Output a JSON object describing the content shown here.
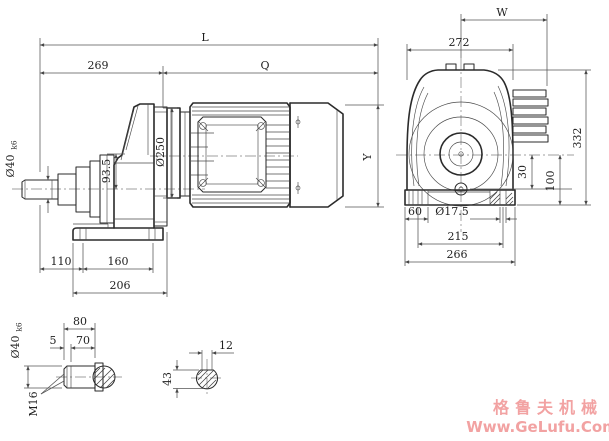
{
  "colors": {
    "ink": "#2b2b2b",
    "dimension": "#555555",
    "watermark": "#f2a2a2"
  },
  "watermark": {
    "line1": "格鲁夫机械",
    "line2": "Www.GeLufu.Com",
    "color": "#f2a2a2"
  },
  "dims": {
    "side": {
      "L": "L",
      "a269": "269",
      "Q": "Q",
      "shaft_dia": "Ø40",
      "shaft_tol": "k6",
      "h93": "93.5",
      "flange_dia": "Ø250",
      "Y": "Y",
      "a110": "110",
      "a160": "160",
      "a206": "206"
    },
    "front": {
      "W": "W",
      "a272": "272",
      "a332": "332",
      "a30": "30",
      "a100": "100",
      "a60": "60",
      "hole_dia": "Ø17.5",
      "a215": "215",
      "a266": "266"
    },
    "shaft": {
      "a80": "80",
      "a5": "5",
      "a70": "70",
      "dia": "Ø40",
      "tol": "k6",
      "thread": "M16"
    },
    "key": {
      "a12": "12",
      "a43": "43"
    }
  }
}
